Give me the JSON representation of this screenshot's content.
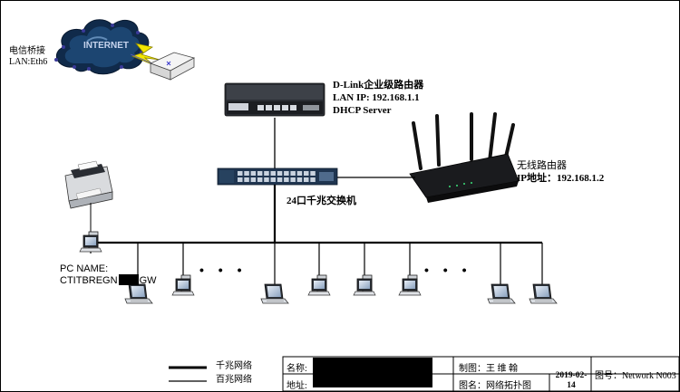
{
  "internet": {
    "cloud_label": "INTERNET",
    "line_label_1": "电信桥接",
    "line_label_2": "LAN:Eth6"
  },
  "router": {
    "line1": "D-Link企业级路由器",
    "line2": "LAN IP: 192.168.1.1",
    "line3": "DHCP Server"
  },
  "wireless": {
    "line1": "无线路由器",
    "line2": "IP地址：192.168.1.2"
  },
  "switch": {
    "label": "24口千兆交换机"
  },
  "pc": {
    "name_line1": "PC NAME:",
    "name_line2_prefix": "CTITBREGN",
    "name_line2_suffix": "GW"
  },
  "ellipsis_marks": [
    "• • •",
    "• • •"
  ],
  "legend": {
    "gigabit": "千兆网络",
    "fast": "百兆网络"
  },
  "title_block": {
    "name_label": "名称:",
    "address_label": "地址:",
    "drafter": "制图：王 维 翰",
    "diagram_name": "图名：网络拓扑图",
    "date": "2019-02-14",
    "drawing_no": "图号：Network N003"
  }
}
